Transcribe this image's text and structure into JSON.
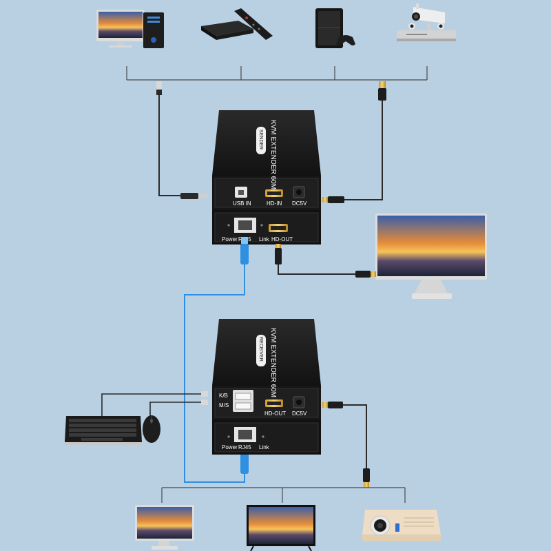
{
  "sender": {
    "title": "KVM EXTENDER 60M",
    "badge": "SENDER",
    "ports_back": [
      "USB IN",
      "HD-IN",
      "DC5V"
    ],
    "ports_front": [
      "Power",
      "RJ45",
      "Link",
      "HD-OUT"
    ]
  },
  "receiver": {
    "title": "KVM EXTENDER 60M",
    "badge": "RECEIVER",
    "ports_back_left": [
      "K/B",
      "M/S"
    ],
    "ports_back": [
      "HD-OUT",
      "DC5V"
    ],
    "ports_front": [
      "Power",
      "RJ45",
      "Link"
    ]
  },
  "sources": [
    "computer-icon",
    "set-top-box-icon",
    "game-console-icon",
    "cctv-dvr-icon"
  ],
  "displays": [
    "monitor-icon",
    "tv-icon",
    "projector-icon"
  ],
  "peripherals": [
    "keyboard-icon",
    "mouse-icon"
  ],
  "colors": {
    "background": "#b9cfe2",
    "device": "#1c1c1c",
    "cable": "#2a2a2a",
    "network_cable": "#2f8fe0"
  }
}
